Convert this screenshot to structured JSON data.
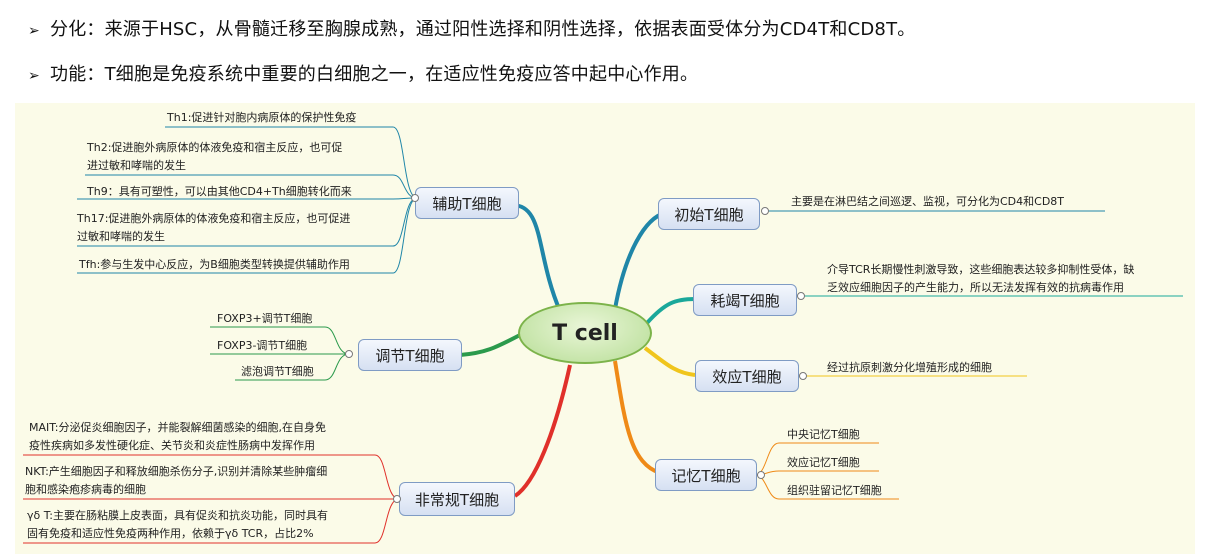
{
  "bullets": [
    {
      "arrow": "➢",
      "text": "分化：来源于HSC，从骨髓迁移至胸腺成熟，通过阳性选择和阴性选择，依据表面受体分为CD4T和CD8T。"
    },
    {
      "arrow": "➢",
      "text": "功能：T细胞是免疫系统中重要的白细胞之一，在适应性免疫应答中起中心作用。"
    }
  ],
  "center": "T cell",
  "branches": {
    "helper": {
      "label": "辅助T细胞",
      "leaves": [
        "Th1:促进针对胞内病原体的保护性免疫",
        "Th2:促进胞外病原体的体液免疫和宿主反应，也可促",
        "进过敏和哮喘的发生",
        "Th9：具有可塑性，可以由其他CD4+Th细胞转化而来",
        "Th17:促进胞外病原体的体液免疫和宿主反应，也可促进",
        "过敏和哮喘的发生",
        "Tfh:参与生发中心反应，为B细胞类型转换提供辅助作用"
      ]
    },
    "regulatory": {
      "label": "调节T细胞",
      "leaves": [
        "FOXP3+调节T细胞",
        "FOXP3-调节T细胞",
        "滤泡调节T细胞"
      ]
    },
    "unconventional": {
      "label": "非常规T细胞",
      "leaves": [
        "MAIT:分泌促炎细胞因子，并能裂解细菌感染的细胞,在自身免",
        "疫性疾病如多发性硬化症、关节炎和炎症性肠病中发挥作用",
        "NKT:产生细胞因子和释放细胞杀伤分子,识别并清除某些肿瘤细",
        "胞和感染疱疹病毒的细胞",
        "γδ T:主要在肠粘膜上皮表面，具有促炎和抗炎功能，同时具有",
        "固有免疫和适应性免疫两种作用，依赖于γδ TCR，占比2%"
      ]
    },
    "naive": {
      "label": "初始T细胞",
      "leaves": [
        "主要是在淋巴结之间巡逻、监视，可分化为CD4和CD8T"
      ]
    },
    "exhausted": {
      "label": "耗竭T细胞",
      "leaves": [
        "介导TCR长期慢性刺激导致，这些细胞表达较多抑制性受体，缺",
        "乏效应细胞因子的产生能力，所以无法发挥有效的抗病毒作用"
      ]
    },
    "effector": {
      "label": "效应T细胞",
      "leaves": [
        "经过抗原刺激分化增殖形成的细胞"
      ]
    },
    "memory": {
      "label": "记忆T细胞",
      "leaves": [
        "中央记忆T细胞",
        "效应记忆T细胞",
        "组织驻留记忆T细胞"
      ]
    }
  },
  "colors": {
    "helper": "#1f86a8",
    "regulatory": "#2b9a4c",
    "unconventional": "#e0302a",
    "naive": "#1f86a8",
    "exhausted": "#1aa89a",
    "effector": "#f0c51c",
    "memory": "#ef8a17"
  }
}
